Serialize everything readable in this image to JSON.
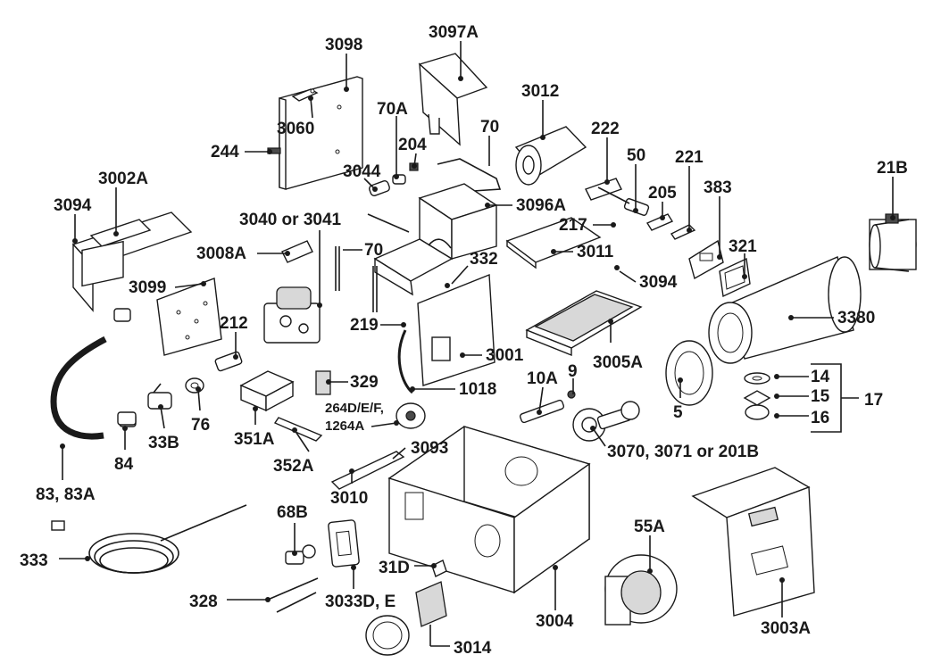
{
  "labels": {
    "l3098": "3098",
    "l3097A": "3097A",
    "l3012": "3012",
    "l70A": "70A",
    "l204": "204",
    "l70_top": "70",
    "l3060": "3060",
    "l244": "244",
    "l3044": "3044",
    "l222": "222",
    "l50": "50",
    "l221": "221",
    "l21B": "21B",
    "l3002A": "3002A",
    "l3094_left": "3094",
    "l205": "205",
    "l383": "383",
    "l3096A": "3096A",
    "l3040": "3040 or 3041",
    "l217": "217",
    "l3011": "3011",
    "l321": "321",
    "l3008A": "3008A",
    "l70_mid": "70",
    "l332": "332",
    "l3094_right": "3094",
    "l3099": "3099",
    "l3380": "3380",
    "l219": "219",
    "l212": "212",
    "l3001": "3001",
    "l3005A": "3005A",
    "l329": "329",
    "l10A": "10A",
    "l9": "9",
    "l14": "14",
    "l15": "15",
    "l16": "16",
    "l17": "17",
    "l1018": "1018",
    "l264": "264D/E/F,",
    "l1264A": "1264A",
    "l5": "5",
    "l76": "76",
    "l351A": "351A",
    "l33B": "33B",
    "l84": "84",
    "l3093": "3093",
    "l3070": "3070, 3071 or 201B",
    "l352A": "352A",
    "l83": "83, 83A",
    "l3010": "3010",
    "l68B": "68B",
    "l55A": "55A",
    "l333": "333",
    "l31D": "31D",
    "l328": "328",
    "l3033": "3033D, E",
    "l3004": "3004",
    "l3003A": "3003A",
    "l3014": "3014"
  }
}
